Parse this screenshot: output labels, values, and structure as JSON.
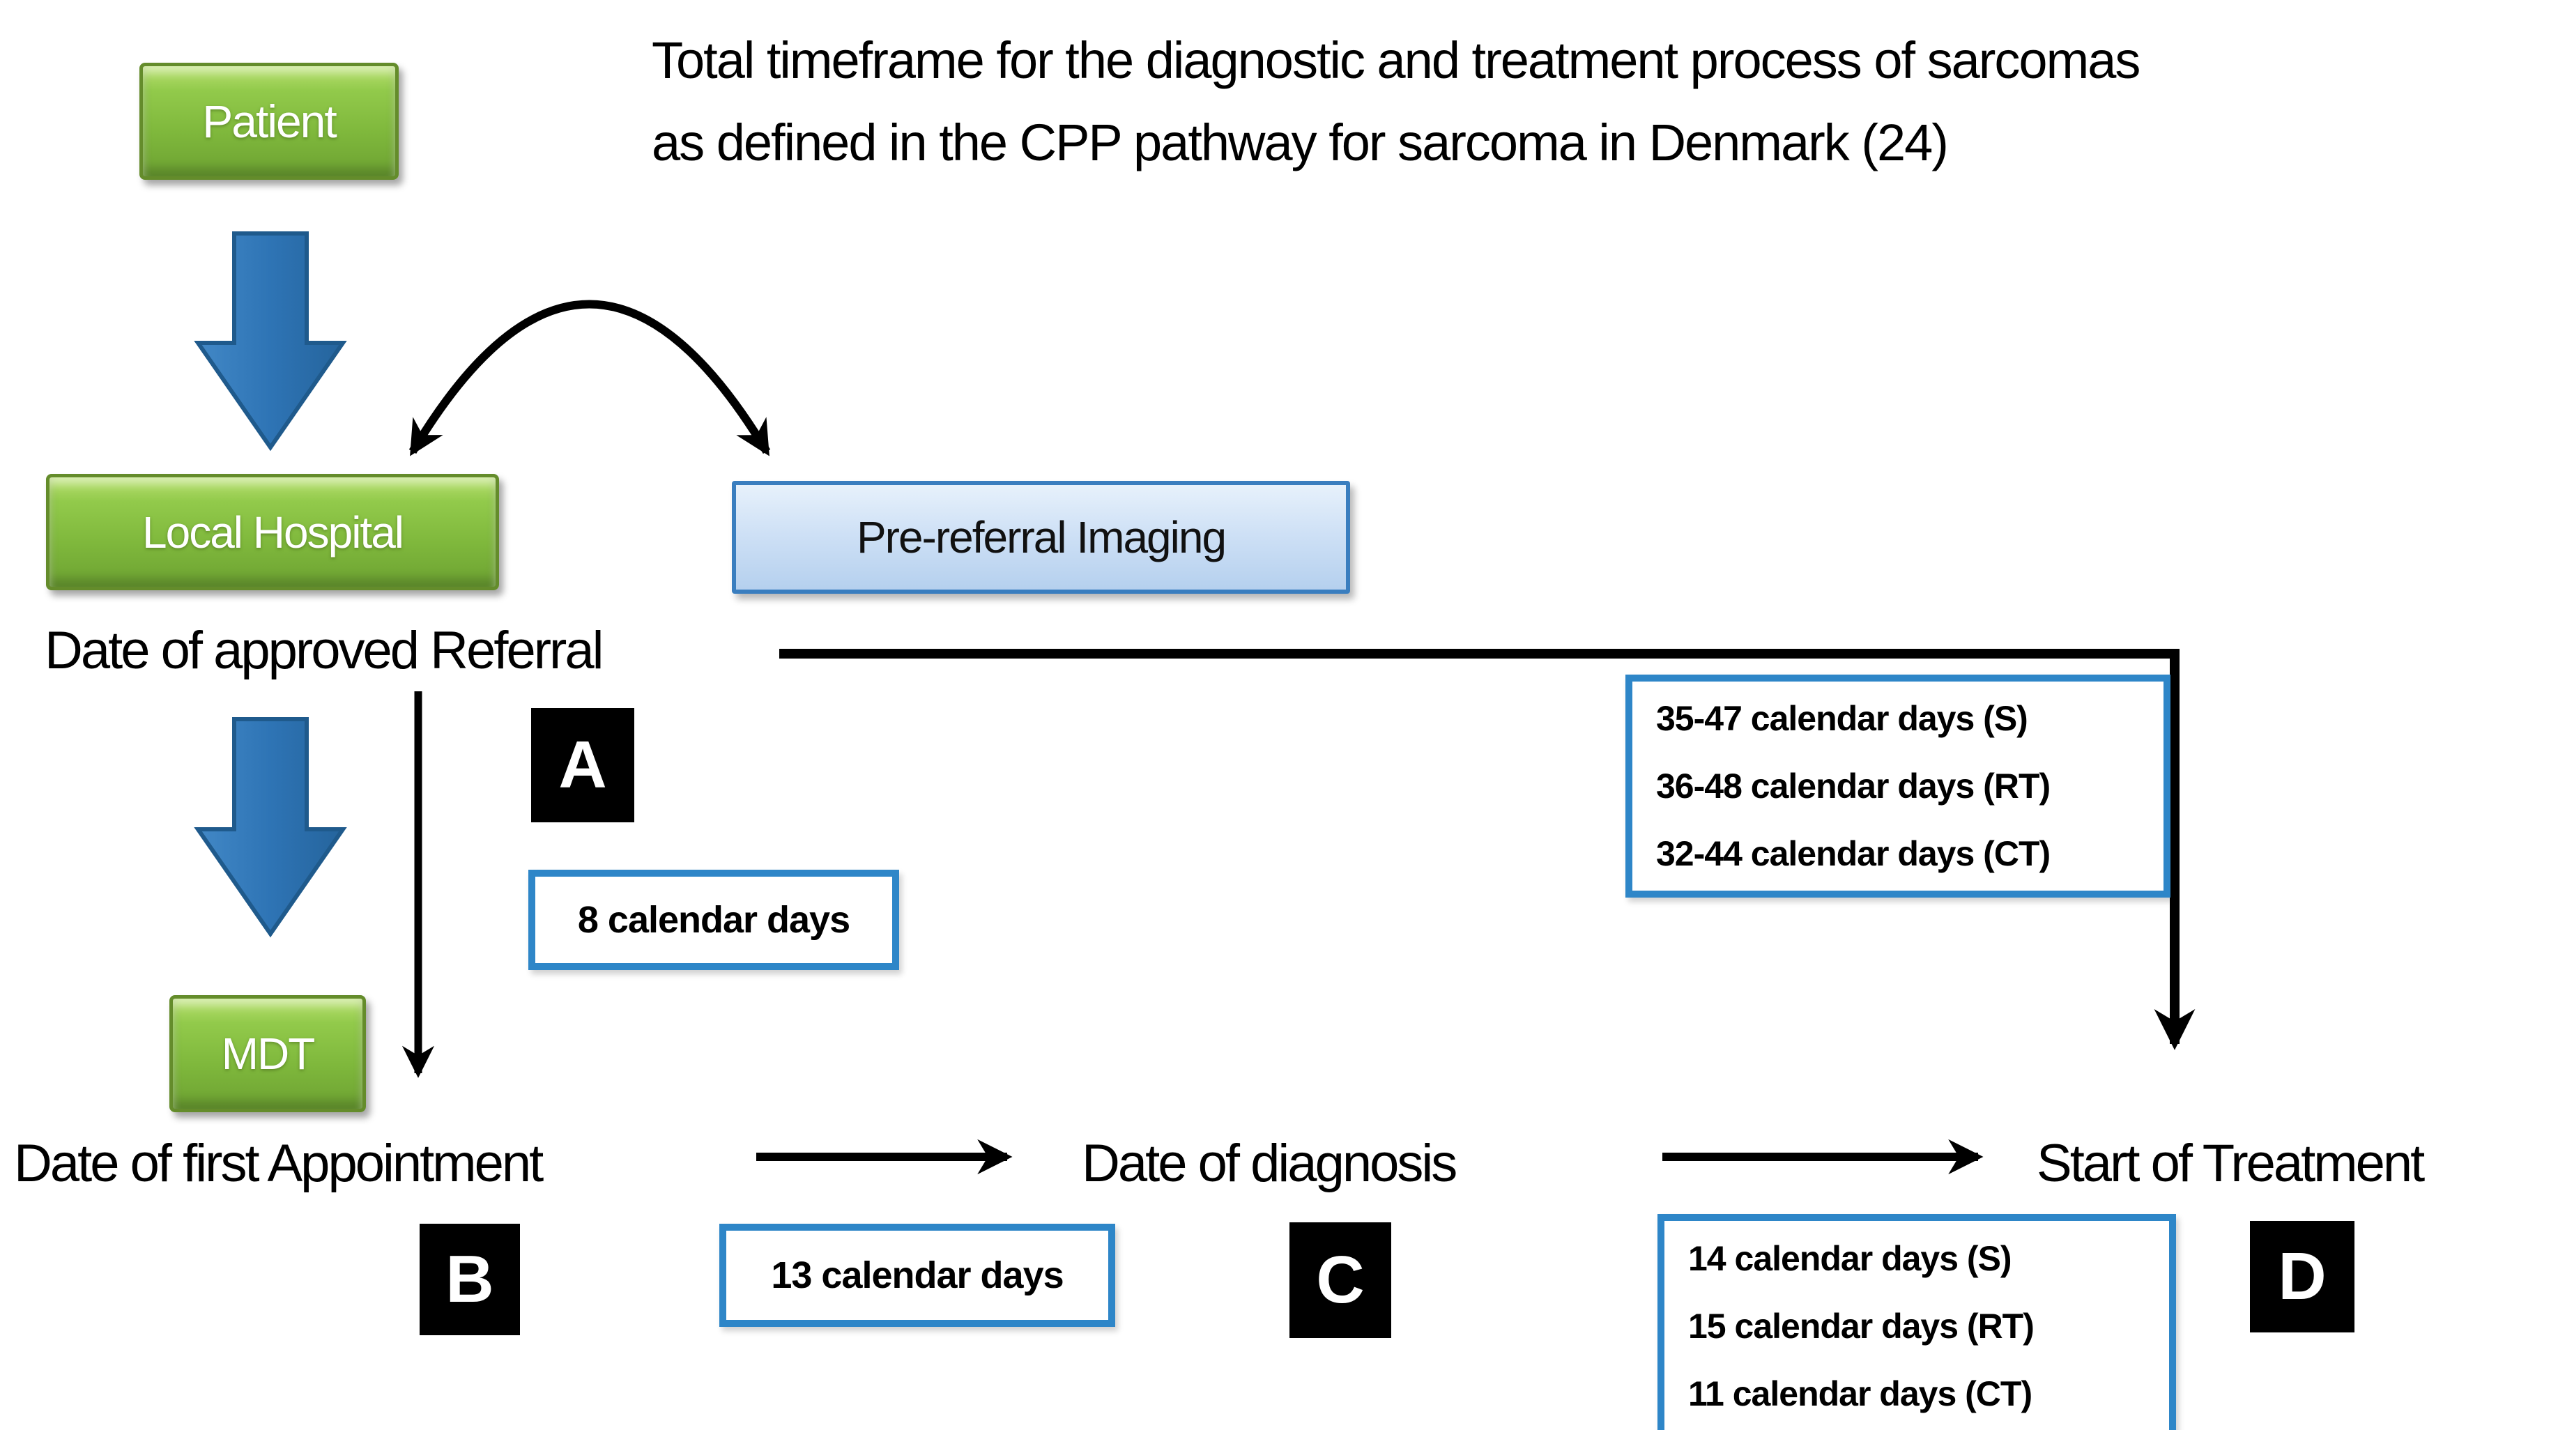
{
  "title": {
    "line1": "Total timeframe for the diagnostic and treatment process of sarcomas",
    "line2": "as defined in the CPP pathway for sarcoma in Denmark (24)"
  },
  "nodes": {
    "patient": "Patient",
    "local_hospital": "Local Hospital",
    "pre_referral_imaging": "Pre-referral Imaging",
    "mdt": "MDT"
  },
  "milestones": {
    "approved_referral": "Date of approved Referral",
    "first_appointment": "Date of first Appointment",
    "diagnosis": "Date of diagnosis",
    "treatment_start": "Start of Treatment"
  },
  "interval_markers": {
    "a": "A",
    "b": "B",
    "c": "C",
    "d": "D"
  },
  "durations": {
    "referral_to_appointment": "8 calendar days",
    "appointment_to_diagnosis": "13 calendar days",
    "referral_to_treatment": [
      "35-47 calendar days (S)",
      "36-48 calendar days (RT)",
      "32-44 calendar days (CT)"
    ],
    "diagnosis_to_treatment": [
      "14 calendar days (S)",
      "15 calendar days (RT)",
      "11 calendar days (CT)"
    ]
  },
  "colors": {
    "green": "#85bd3b",
    "green_border": "#648c2b",
    "lightblue_border": "#3a7ebf",
    "info_border": "#2e86c8",
    "arrow_blue": "#2e74b5",
    "arrow_blue_border": "#1f5a8c",
    "line_black": "#000000"
  }
}
